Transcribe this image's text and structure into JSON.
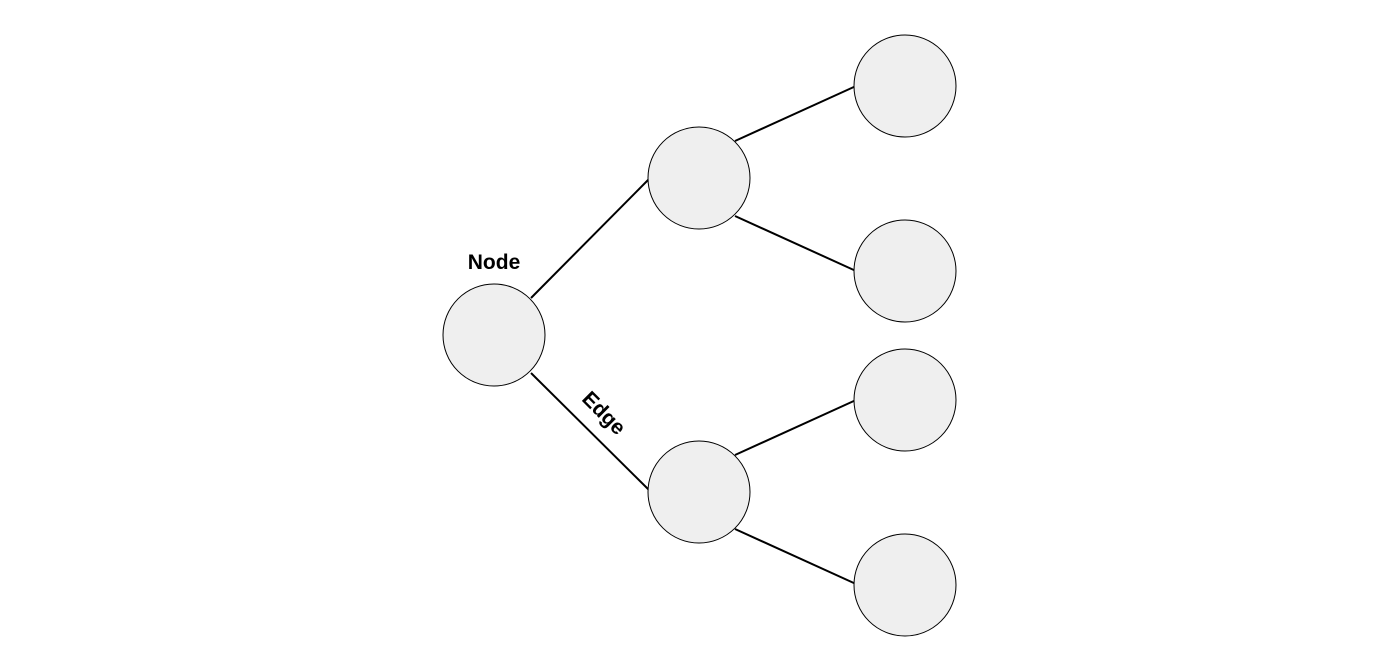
{
  "diagram": {
    "type": "tree",
    "node_label": "Node",
    "edge_label": "Edge",
    "node_count": 7,
    "edge_count": 6
  },
  "colors": {
    "node_fill": "#efefef",
    "stroke": "#000000",
    "background": "#ffffff"
  }
}
